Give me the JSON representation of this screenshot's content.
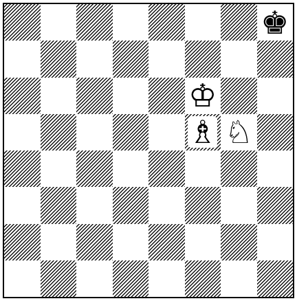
{
  "board": {
    "ranks": 8,
    "files": 8,
    "orientation": "white-bottom",
    "colors": {
      "light": "#ffffff",
      "dark_hatch": "#111111",
      "border": "#000000"
    }
  },
  "pieces": [
    {
      "square": "h8",
      "color": "black",
      "type": "king",
      "glyph": "♚",
      "icon": "black-king-icon"
    },
    {
      "square": "f6",
      "color": "white",
      "type": "king",
      "glyph": "♔",
      "icon": "white-king-icon"
    },
    {
      "square": "f5",
      "color": "white",
      "type": "bishop",
      "glyph": "♗",
      "icon": "white-bishop-icon"
    },
    {
      "square": "g5",
      "color": "white",
      "type": "knight",
      "glyph": "♘",
      "icon": "white-knight-icon"
    }
  ]
}
